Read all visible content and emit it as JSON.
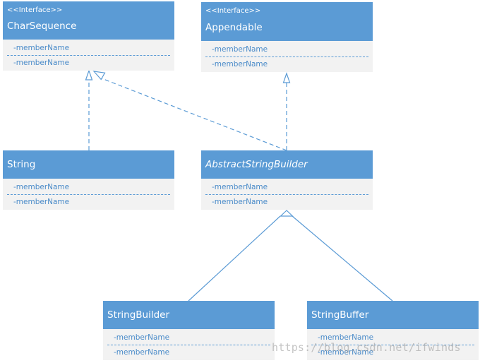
{
  "classes": {
    "char_sequence": {
      "stereotype": "<<Interface>>",
      "name": "CharSequence",
      "members": [
        "-memberName",
        "-memberName"
      ]
    },
    "appendable": {
      "stereotype": "<<Interface>>",
      "name": "Appendable",
      "members": [
        "-memberName",
        "-memberName"
      ]
    },
    "string": {
      "name": "String",
      "members": [
        "-memberName",
        "-memberName"
      ]
    },
    "abstract_string_builder": {
      "name": "AbstractStringBuilder",
      "members": [
        "-memberName",
        "-memberName"
      ]
    },
    "string_builder": {
      "name": "StringBuilder",
      "members": [
        "-memberName",
        "-memberName"
      ]
    },
    "string_buffer": {
      "name": "StringBuffer",
      "members": [
        "-memberName",
        "-memberName"
      ]
    }
  },
  "relationships": [
    {
      "from": "String",
      "to": "CharSequence",
      "type": "realization"
    },
    {
      "from": "AbstractStringBuilder",
      "to": "CharSequence",
      "type": "realization"
    },
    {
      "from": "AbstractStringBuilder",
      "to": "Appendable",
      "type": "realization"
    },
    {
      "from": "StringBuilder",
      "to": "AbstractStringBuilder",
      "type": "generalization"
    },
    {
      "from": "StringBuffer",
      "to": "AbstractStringBuilder",
      "type": "generalization"
    }
  ],
  "watermark": "https://blog.csdn.net/ifwinds",
  "colors": {
    "header_fill": "#5b9bd5",
    "body_fill": "#f2f2f2",
    "member_text": "#4a8bc9",
    "connector": "#5b9bd5"
  }
}
